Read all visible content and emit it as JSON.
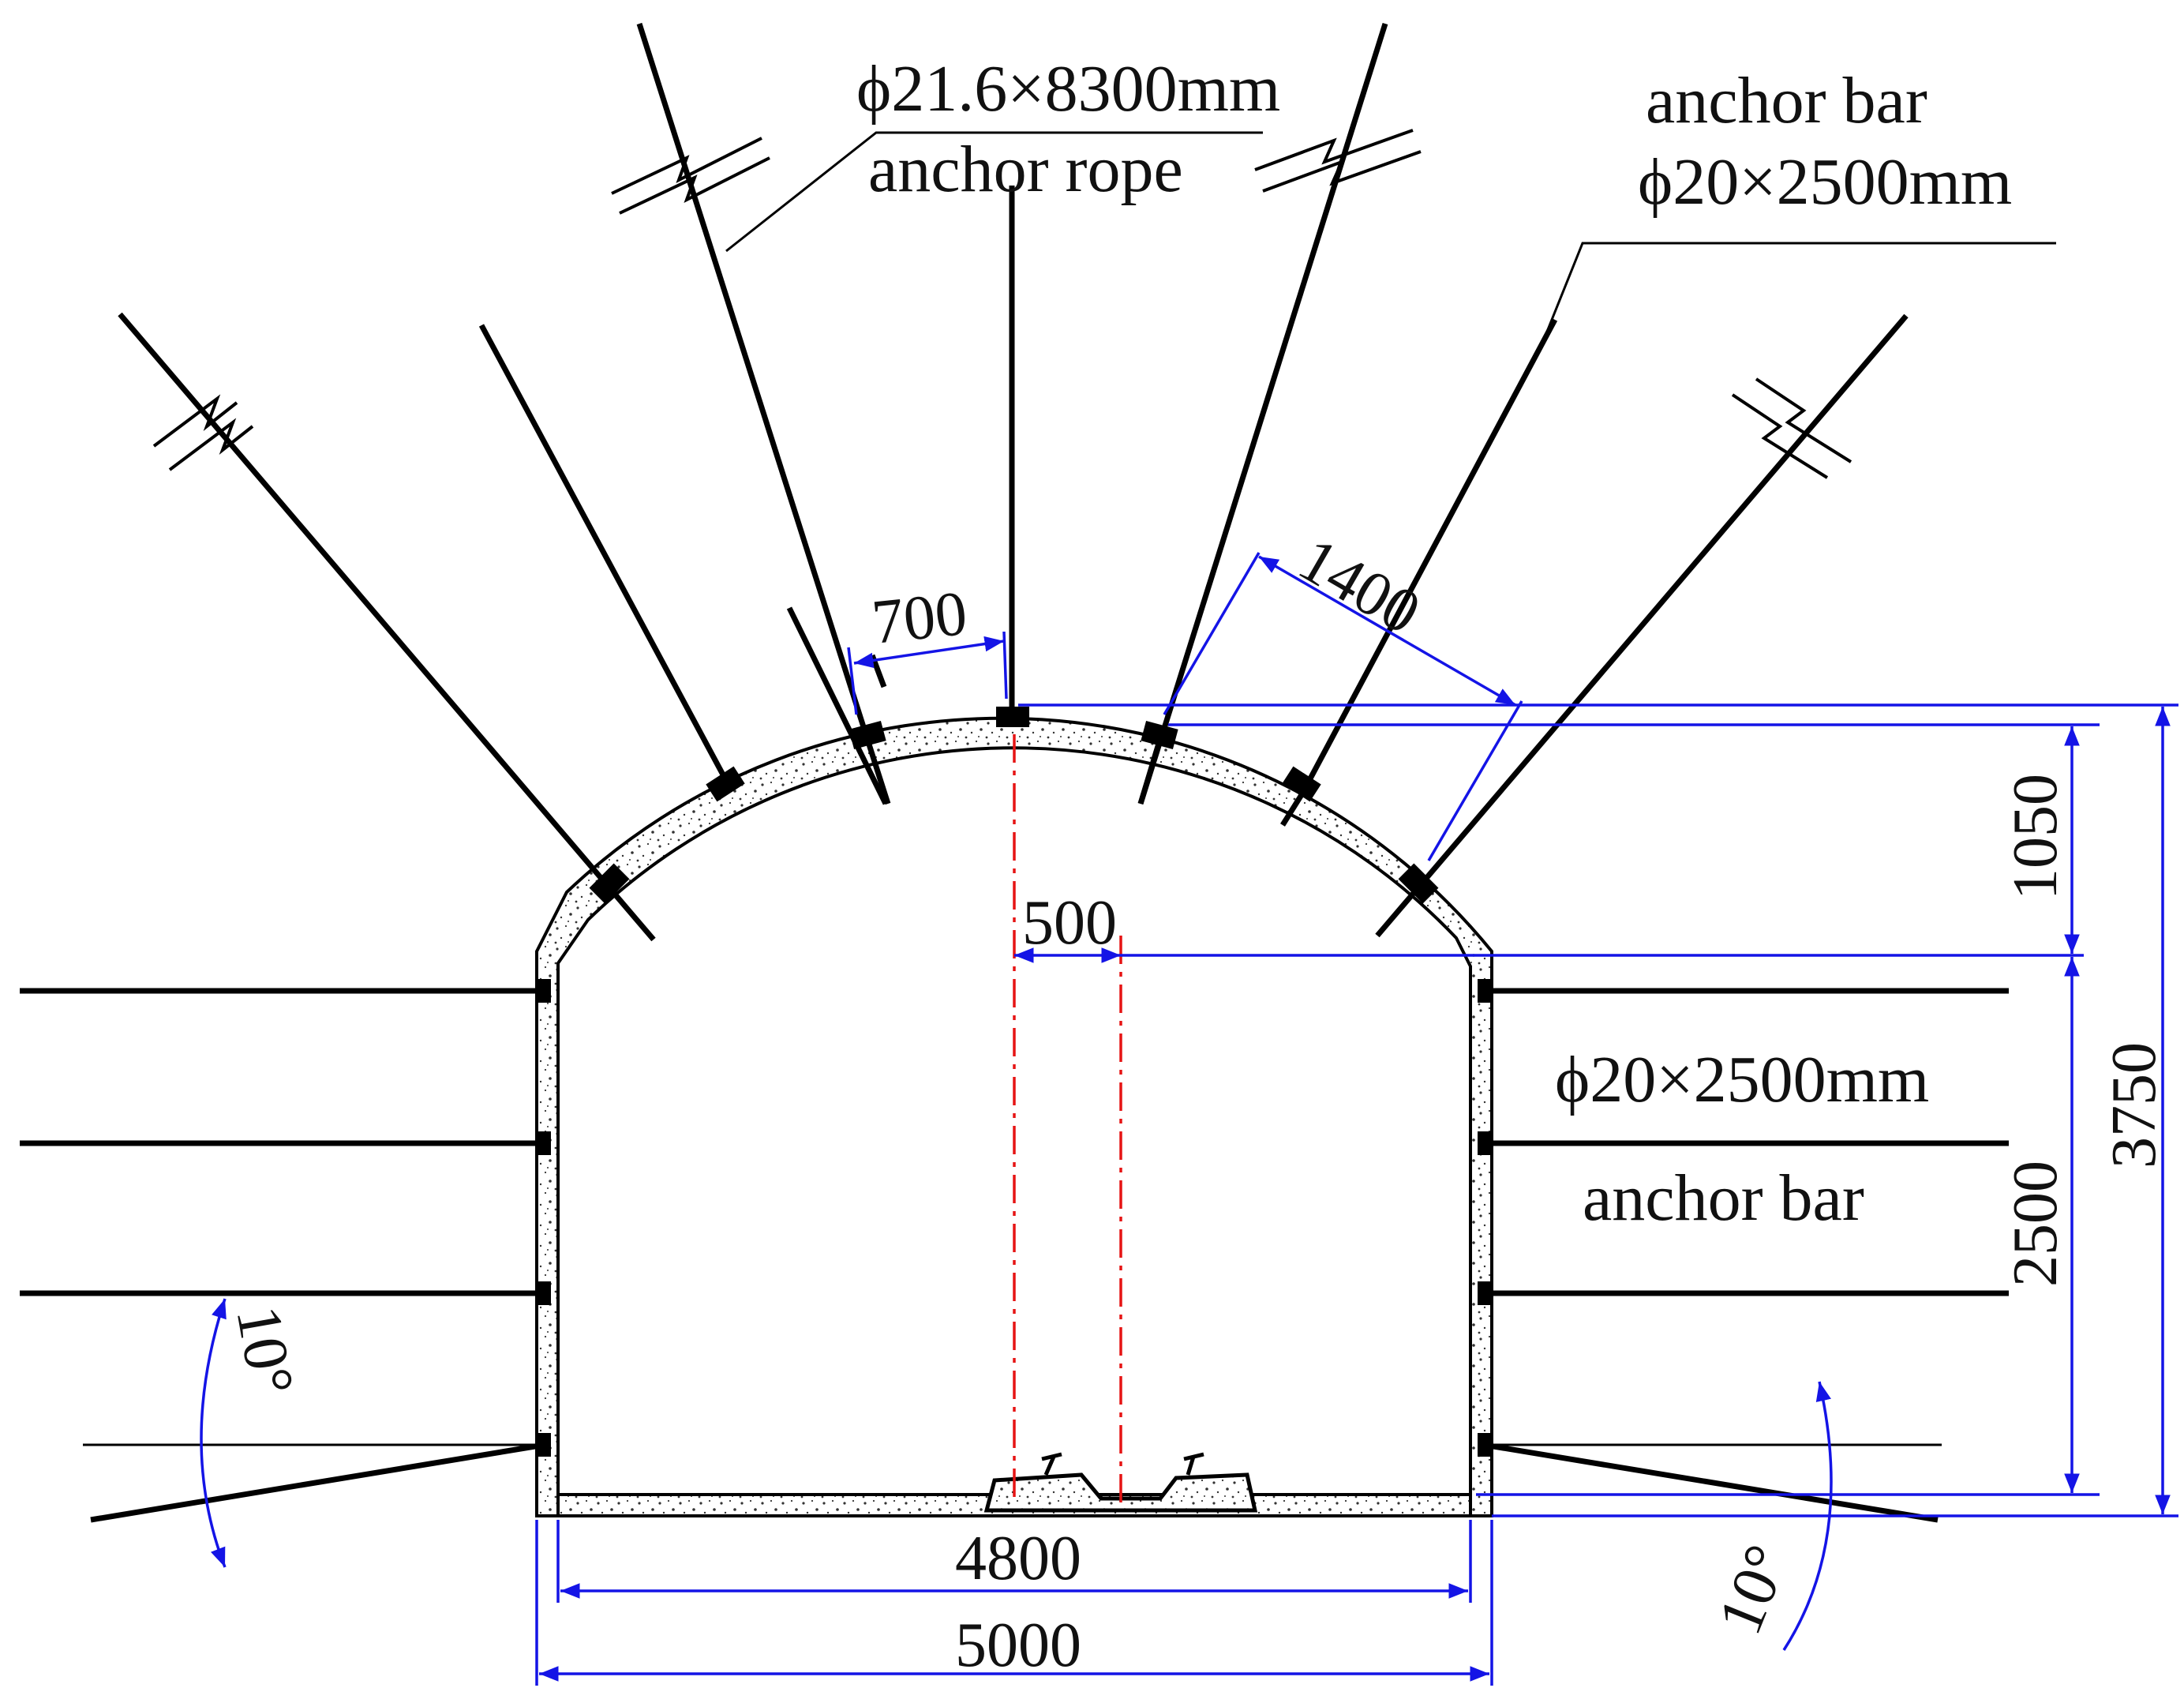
{
  "labels": {
    "rope_spec": "ϕ21.6×8300mm",
    "rope_name": "anchor rope",
    "roof_bar_name": "anchor bar",
    "roof_bar_spec": "ϕ20×2500mm",
    "wall_bar_spec": "ϕ20×2500mm",
    "wall_bar_name": "anchor bar"
  },
  "dimensions": {
    "bar_spacing_roof": "700",
    "rope_spacing": "1400",
    "centerline_offset": "500",
    "arch_rise": "1050",
    "wall_height": "2500",
    "total_height": "3750",
    "inner_width": "4800",
    "outer_width": "5000",
    "angle_left": "10°",
    "angle_right": "10°"
  },
  "colors": {
    "dimension_lines": "#1414e6",
    "center_lines": "#e61414",
    "structure": "#000000"
  }
}
